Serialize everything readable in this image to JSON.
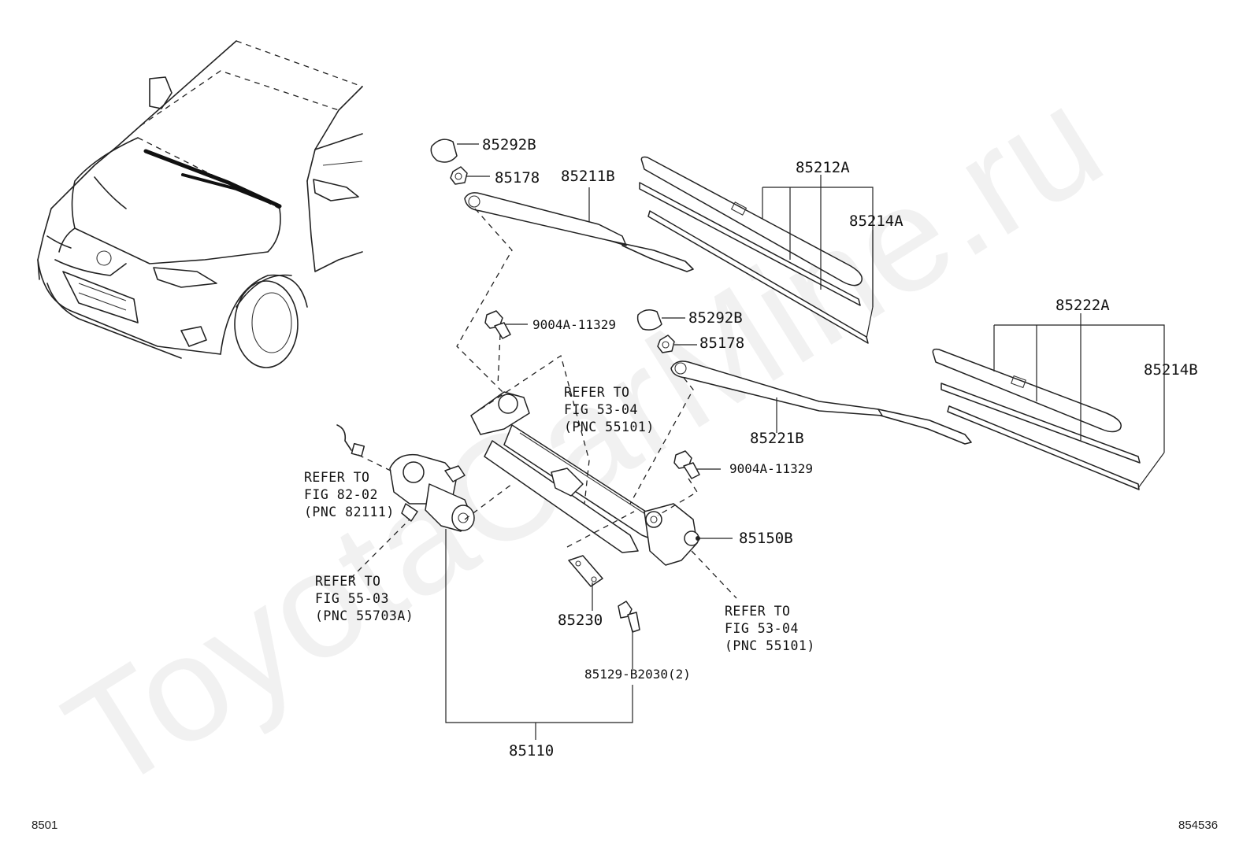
{
  "watermark": "ToyotaCarMine.ru",
  "labels": {
    "cap_upper": "85292B",
    "nut_upper": "85178",
    "arm_front": "85211B",
    "blade_front": "85212A",
    "insert_front": "85214A",
    "bolt_upper": "9004A-11329",
    "cap_lower": "85292B",
    "nut_lower": "85178",
    "blade_rear": "85222A",
    "insert_rear": "85214B",
    "arm_rear": "85221B",
    "bolt_lower": "9004A-11329",
    "link": "85150B",
    "bracket": "85230",
    "bolt_bracket": "85129-B2030(2)",
    "assembly": "85110"
  },
  "refer_notes": {
    "fig5304_upper": [
      "REFER TO",
      "FIG 53-04",
      "(PNC 55101)"
    ],
    "fig8202": [
      "REFER TO",
      "FIG 82-02",
      "(PNC 82111)"
    ],
    "fig5503": [
      "REFER TO",
      "FIG 55-03",
      "(PNC 55703A)"
    ],
    "fig5304_lower": [
      "REFER TO",
      "FIG 53-04",
      "(PNC 55101)"
    ]
  },
  "footer": {
    "left_code": "8501",
    "right_code": "854536"
  }
}
